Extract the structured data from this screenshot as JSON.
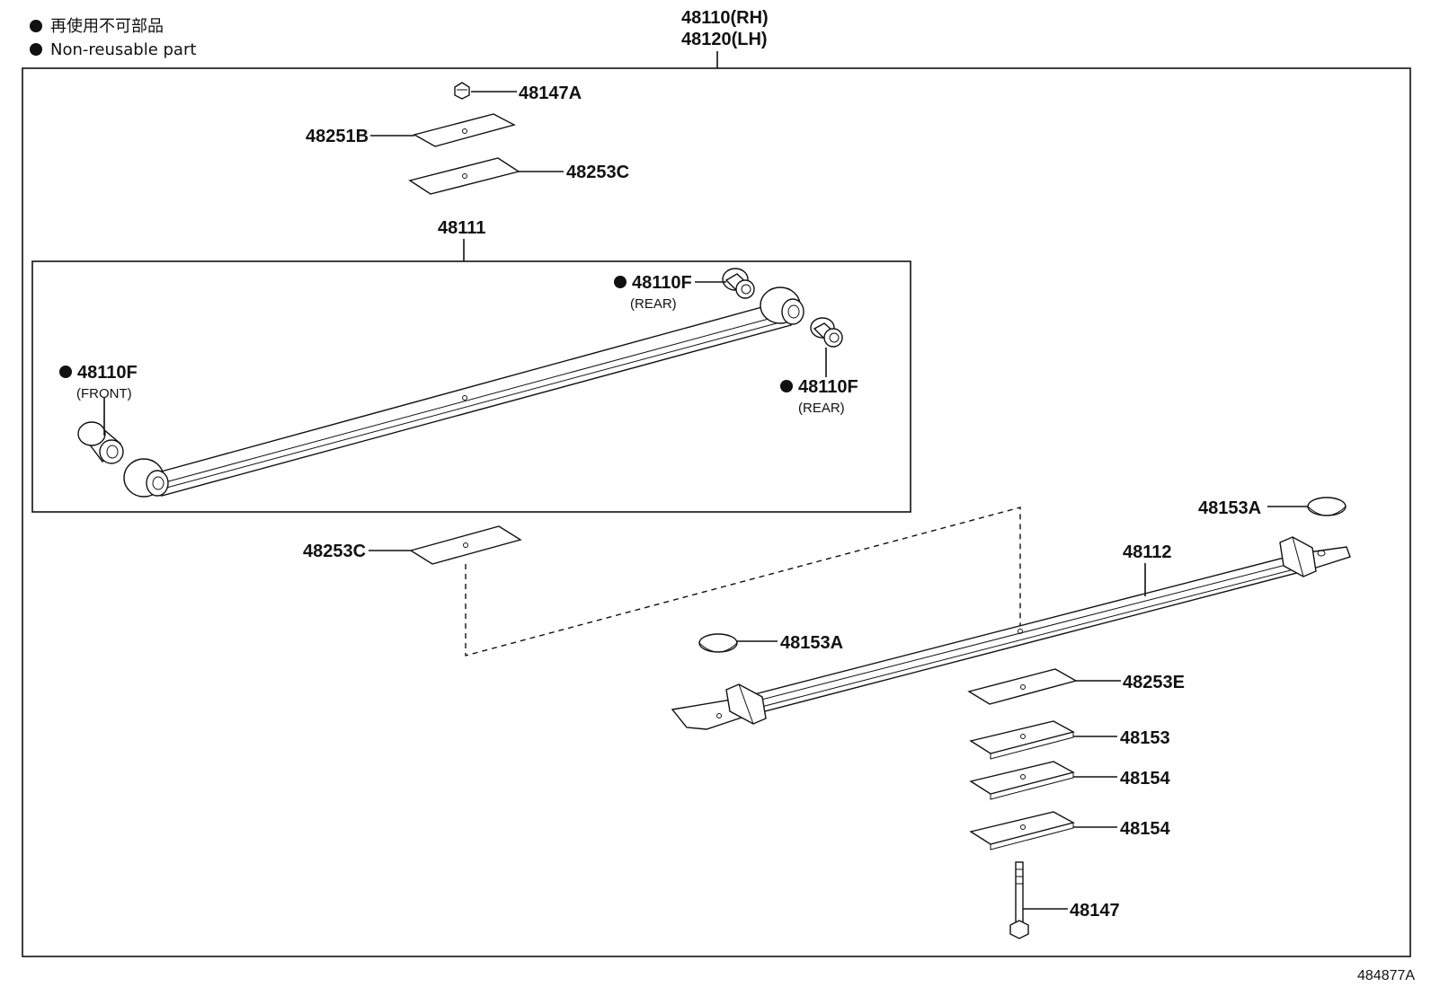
{
  "legend": {
    "ja": "再使用不可部品",
    "en": "Non-reusable part"
  },
  "assembly": {
    "rh": "48110(RH)",
    "lh": "48120(LH)"
  },
  "parts": {
    "p48147A": "48147A",
    "p48251B": "48251B",
    "p48253C_top": "48253C",
    "p48111": "48111",
    "p48110F_rear_top": "48110F",
    "rear_top_note": "(REAR)",
    "p48110F_front": "48110F",
    "front_note": "(FRONT)",
    "p48110F_rear": "48110F",
    "rear_note": "(REAR)",
    "p48253C_mid": "48253C",
    "p48153A_right": "48153A",
    "p48112": "48112",
    "p48153A_left": "48153A",
    "p48253E": "48253E",
    "p48153": "48153",
    "p48154_a": "48154",
    "p48154_b": "48154",
    "p48147": "48147"
  },
  "diagram_id": "484877A"
}
